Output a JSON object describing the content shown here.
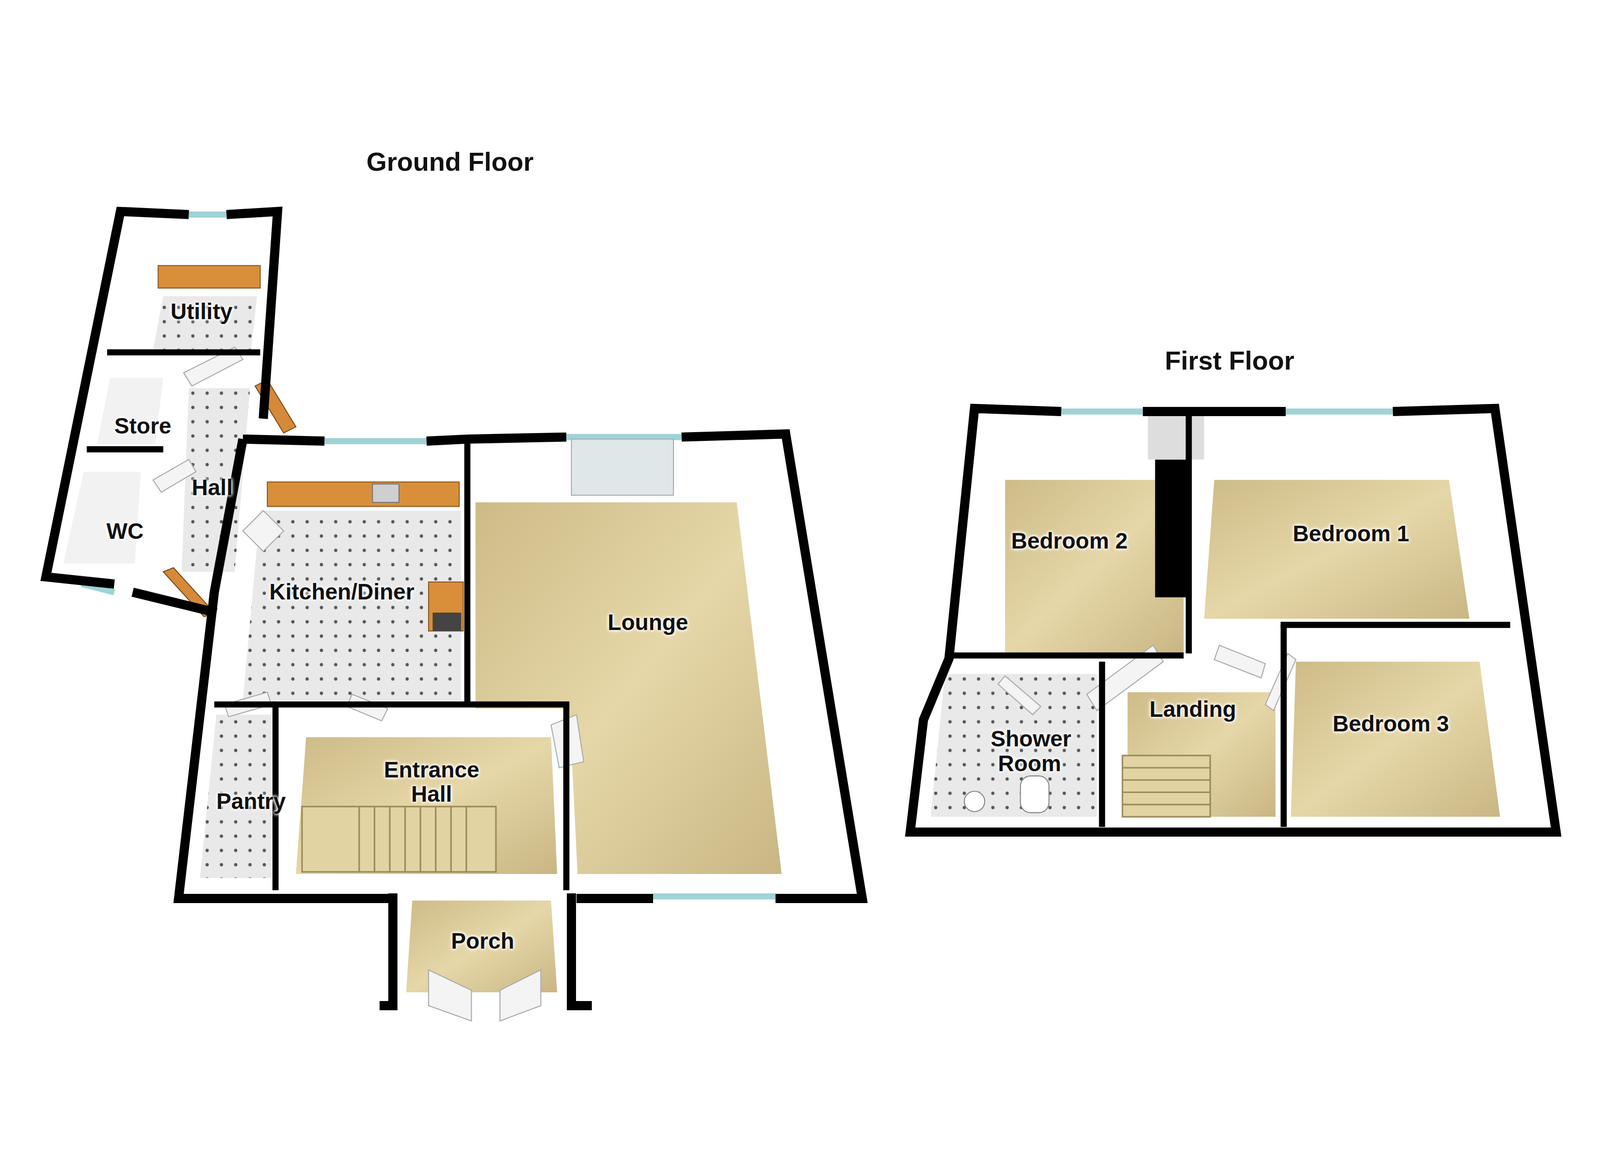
{
  "diagram": {
    "nodes": [
      {
        "text": [
          "Utility"
        ]
      },
      {
        "text": [
          "Store"
        ]
      },
      {
        "text": [
          "Hall"
        ]
      },
      {
        "text": [
          "WC"
        ]
      },
      {
        "text": [
          "Kitchen/Diner"
        ]
      },
      {
        "text": [
          "Lounge"
        ]
      },
      {
        "text": [
          "Entrance Hall"
        ]
      },
      {
        "text": [
          "Pantry"
        ]
      },
      {
        "text": [
          "Porch"
        ]
      },
      {
        "text": [
          "Bedroom 2"
        ]
      },
      {
        "text": [
          "Bedroom 1"
        ]
      },
      {
        "text": [
          "Landing"
        ]
      },
      {
        "text": [
          "Shower Room"
        ]
      },
      {
        "text": [
          "Bedroom 3"
        ]
      }
    ],
    "labels": [
      "Ground Floor",
      "First Floor"
    ]
  }
}
